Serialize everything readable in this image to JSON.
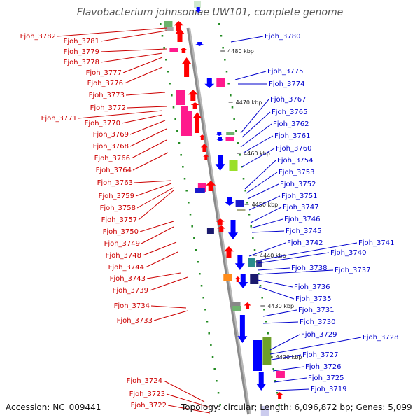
{
  "title": "Flavobacterium johnsoniae UW101, complete genome",
  "footer": {
    "accession": "Accession: NC_009441",
    "details": "Topology: circular; Length: 6,096,872 bp; Genes: 5,099"
  },
  "colors": {
    "forward": "#ff0000",
    "reverse": "#0000ff",
    "backbone": "#8a8a8a",
    "ticks": "#228b22",
    "left_label": "#cc0000",
    "right_label": "#0000cc"
  },
  "kbp_marks": [
    "4480 kbp",
    "4470 kbp",
    "4460 kbp",
    "4450 kbp",
    "4440 kbp",
    "4430 kbp",
    "4420 kbp"
  ],
  "left_genes": [
    "Fjoh_3782",
    "Fjoh_3781",
    "Fjoh_3779",
    "Fjoh_3778",
    "Fjoh_3777",
    "Fjoh_3776",
    "Fjoh_3773",
    "Fjoh_3772",
    "Fjoh_3771",
    "Fjoh_3770",
    "Fjoh_3769",
    "Fjoh_3768",
    "Fjoh_3766",
    "Fjoh_3764",
    "Fjoh_3763",
    "Fjoh_3759",
    "Fjoh_3758",
    "Fjoh_3757",
    "Fjoh_3750",
    "Fjoh_3749",
    "Fjoh_3748",
    "Fjoh_3744",
    "Fjoh_3743",
    "Fjoh_3739",
    "Fjoh_3734",
    "Fjoh_3733",
    "Fjoh_3724",
    "Fjoh_3723",
    "Fjoh_3722"
  ],
  "right_genes": [
    "Fjoh_3780",
    "Fjoh_3775",
    "Fjoh_3774",
    "Fjoh_3767",
    "Fjoh_3765",
    "Fjoh_3762",
    "Fjoh_3761",
    "Fjoh_3760",
    "Fjoh_3754",
    "Fjoh_3753",
    "Fjoh_3752",
    "Fjoh_3751",
    "Fjoh_3747",
    "Fjoh_3746",
    "Fjoh_3745",
    "Fjoh_3742",
    "Fjoh_3741",
    "Fjoh_3740",
    "Fjoh_3738",
    "Fjoh_3737",
    "Fjoh_3736",
    "Fjoh_3735",
    "Fjoh_3731",
    "Fjoh_3730",
    "Fjoh_3729",
    "Fjoh_3728",
    "Fjoh_3727",
    "Fjoh_3726",
    "Fjoh_3725",
    "Fjoh_3719"
  ]
}
